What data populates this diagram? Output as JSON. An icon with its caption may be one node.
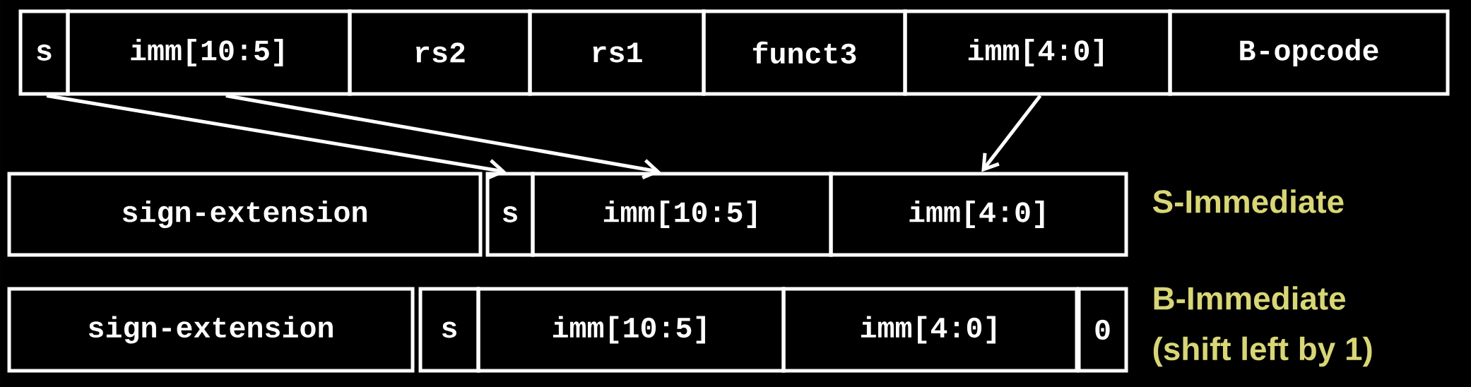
{
  "diagram": {
    "nodes": [
      {
        "text": [
          "s"
        ]
      },
      {
        "text": [
          "imm[10:5]"
        ]
      },
      {
        "text": [
          "rs2"
        ]
      },
      {
        "text": [
          "rs1"
        ]
      },
      {
        "text": [
          "funct3"
        ]
      },
      {
        "text": [
          "imm[4:0]"
        ]
      },
      {
        "text": [
          "B-opcode"
        ]
      },
      {
        "text": [
          "sign-extension"
        ]
      },
      {
        "text": [
          "s"
        ]
      },
      {
        "text": [
          "imm[10:5]"
        ]
      },
      {
        "text": [
          "imm[4:0]"
        ]
      },
      {
        "text": [
          "sign-extension"
        ]
      },
      {
        "text": [
          "s"
        ]
      },
      {
        "text": [
          "imm[10:5]"
        ]
      },
      {
        "text": [
          "imm[4:0]"
        ]
      },
      {
        "text": [
          "0"
        ]
      }
    ],
    "edges": [
      {
        "from": 0,
        "to": 8,
        "arrow": "to"
      },
      {
        "from": 1,
        "to": 9,
        "arrow": "to"
      },
      {
        "from": 5,
        "to": 10,
        "arrow": "to"
      }
    ],
    "labels": [
      "S-Immediate",
      "B-Immediate",
      "(shift left by 1)"
    ]
  }
}
